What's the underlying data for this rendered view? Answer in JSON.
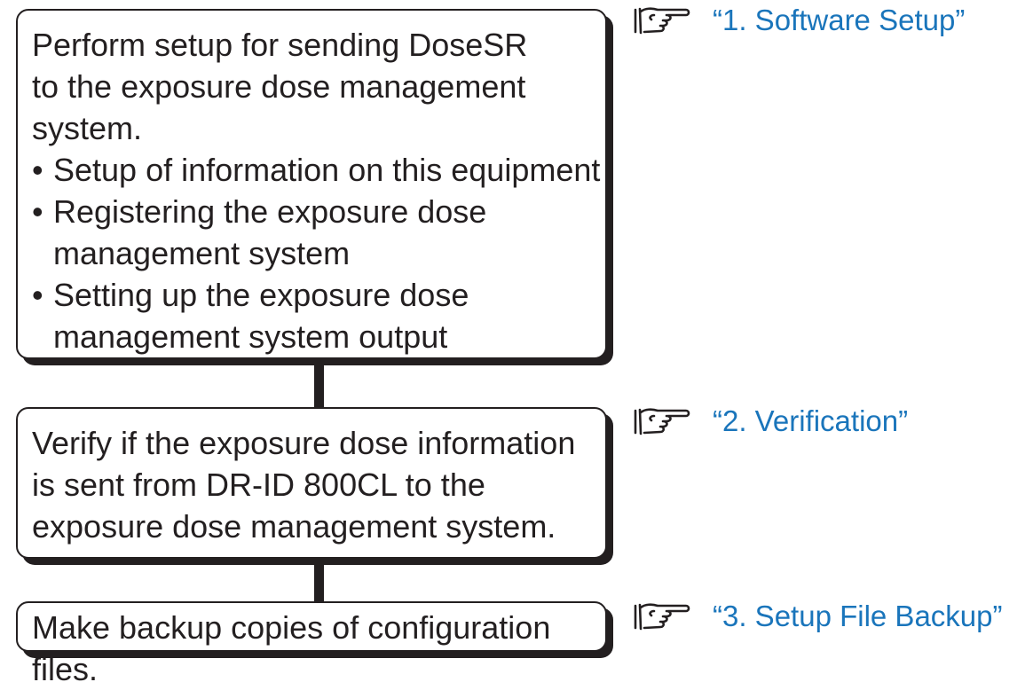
{
  "steps": [
    {
      "intro": [
        "Perform setup for sending DoseSR",
        "to the exposure dose management",
        "system."
      ],
      "bullets": [
        {
          "symbol": "•",
          "lines": [
            "Setup of information on this equipment"
          ]
        },
        {
          "symbol": "•",
          "lines": [
            "Registering the exposure dose",
            "management system"
          ]
        },
        {
          "symbol": "•",
          "lines": [
            "Setting up the exposure dose",
            "management system output"
          ]
        }
      ],
      "reference": "“1. Software Setup”"
    },
    {
      "intro": [
        "Verify if the exposure dose information",
        "is sent from DR-ID 800CL to the",
        "exposure dose management system."
      ],
      "reference": "“2. Verification”"
    },
    {
      "intro": [
        "Make backup copies of configuration files."
      ],
      "reference": "“3. Setup File Backup”"
    }
  ],
  "icons": {
    "reference": "pointing-hand-icon"
  },
  "colors": {
    "text": "#231f20",
    "link": "#1a75bb",
    "border": "#231f20",
    "background": "#ffffff"
  }
}
